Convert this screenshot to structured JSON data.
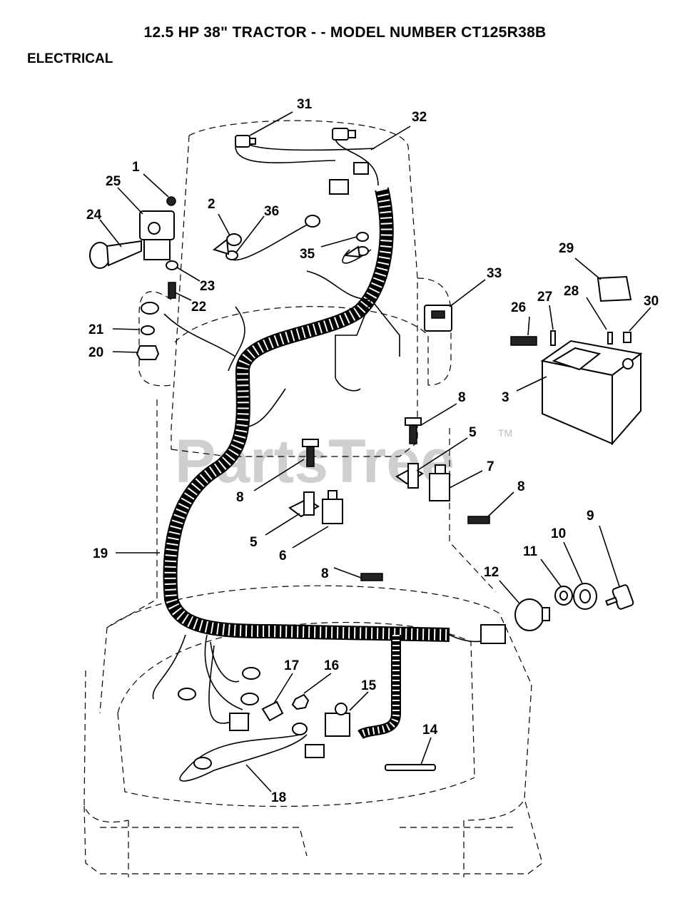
{
  "header": {
    "title": "12.5 HP 38\" TRACTOR - - MODEL NUMBER CT125R38B",
    "section": "ELECTRICAL"
  },
  "watermark": {
    "text": "PartsTree",
    "tm": "TM"
  },
  "callouts": {
    "c1": "1",
    "c2": "2",
    "c3": "3",
    "c5a": "5",
    "c5b": "5",
    "c6": "6",
    "c7": "7",
    "c8a": "8",
    "c8b": "8",
    "c8c": "8",
    "c8d": "8",
    "c9": "9",
    "c10": "10",
    "c11": "11",
    "c12": "12",
    "c14": "14",
    "c15": "15",
    "c16": "16",
    "c17": "17",
    "c18": "18",
    "c19": "19",
    "c20": "20",
    "c21": "21",
    "c22": "22",
    "c23": "23",
    "c24": "24",
    "c25": "25",
    "c26": "26",
    "c27": "27",
    "c28": "28",
    "c29": "29",
    "c30": "30",
    "c31": "31",
    "c32": "32",
    "c33": "33",
    "c35": "35",
    "c36": "36"
  }
}
